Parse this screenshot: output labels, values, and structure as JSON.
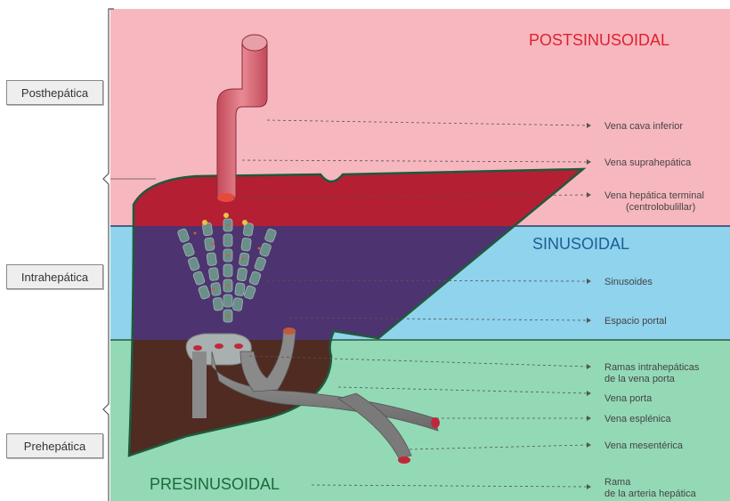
{
  "levels": {
    "posthepatica": "Posthepática",
    "intrahepatica": "Intrahepática",
    "prehepatica": "Prehepática"
  },
  "zones": {
    "post": "POSTSINUSOIDAL",
    "sinus": "SINUSOIDAL",
    "pre": "PRESINUSOIDAL"
  },
  "labels": {
    "vena_cava": "Vena cava inferior",
    "suprahepatica": "Vena suprahepática",
    "terminal_1": "Vena hepática terminal",
    "terminal_2": "(centrolobulillar)",
    "sinusoides": "Sinusoides",
    "espacio_portal": "Espacio portal",
    "ramas_1": "Ramas intrahepáticas",
    "ramas_2": "de la vena porta",
    "vena_porta": "Vena porta",
    "esplenica": "Vena esplénica",
    "mesenterica": "Vena mesentérica",
    "rama_1": "Rama",
    "rama_2": "de la arteria hepática"
  },
  "colors": {
    "post_zone": "#f7b7bf",
    "sinus_zone": "#8fd3ec",
    "pre_zone": "#93d9b6",
    "liver_post": "#b51f33",
    "liver_sinus": "#4d3370",
    "liver_pre": "#4f2b22",
    "post_text": "#e0202d",
    "sinus_text": "#1b5e9a",
    "pre_text": "#1a6a3a"
  }
}
